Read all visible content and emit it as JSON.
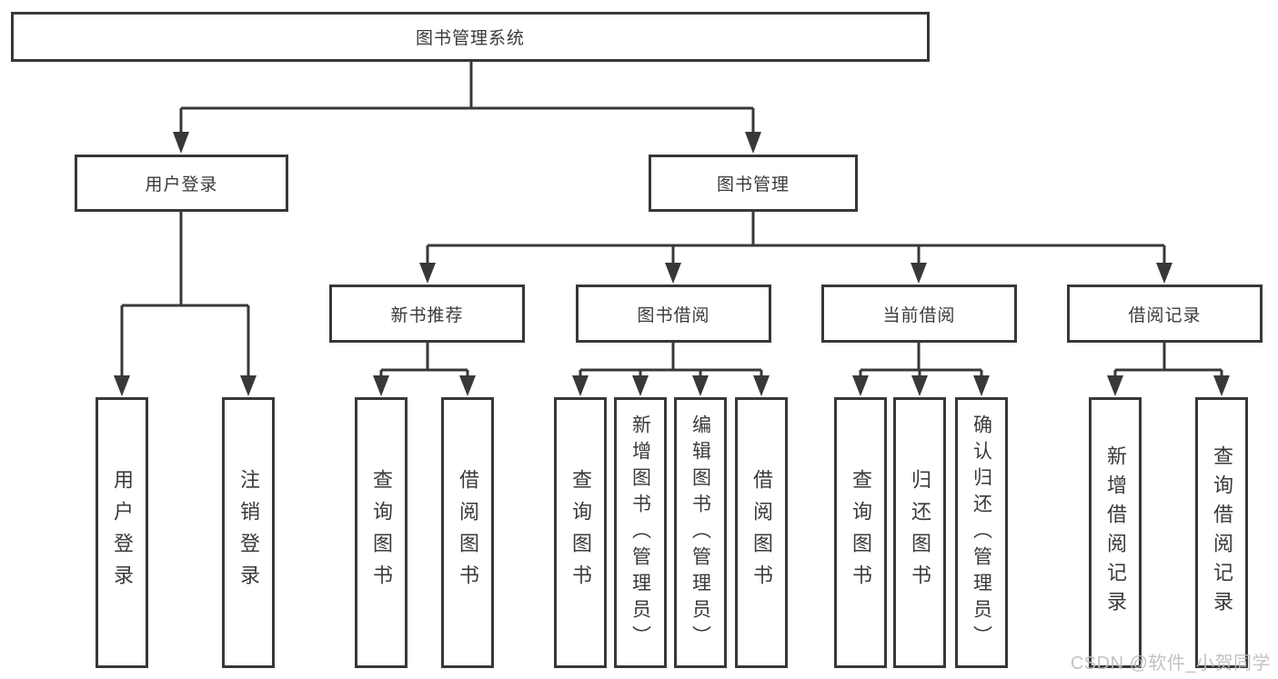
{
  "colors": {
    "line": "#383838",
    "text": "#3a3a3a",
    "background": "#ffffff",
    "watermark": "#bdbdbd"
  },
  "watermark": "CSDN @软件_小贺同学",
  "tree": {
    "label": "图书管理系统",
    "children": [
      {
        "label": "用户登录",
        "children": [
          {
            "label": "用户登录"
          },
          {
            "label": "注销登录"
          }
        ]
      },
      {
        "label": "图书管理",
        "children": [
          {
            "label": "新书推荐",
            "children": [
              {
                "label": "查询图书"
              },
              {
                "label": "借阅图书"
              }
            ]
          },
          {
            "label": "图书借阅",
            "children": [
              {
                "label": "查询图书"
              },
              {
                "label": "新增图书（管理员）"
              },
              {
                "label": "编辑图书（管理员）"
              },
              {
                "label": "借阅图书"
              }
            ]
          },
          {
            "label": "当前借阅",
            "children": [
              {
                "label": "查询图书"
              },
              {
                "label": "归还图书"
              },
              {
                "label": "确认归还（管理员）"
              }
            ]
          },
          {
            "label": "借阅记录",
            "children": [
              {
                "label": "新增借阅记录"
              },
              {
                "label": "查询借阅记录"
              }
            ]
          }
        ]
      }
    ]
  }
}
